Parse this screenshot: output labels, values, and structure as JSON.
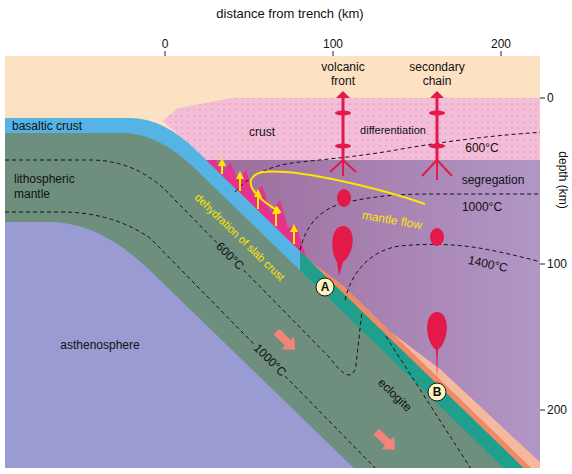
{
  "diagram": {
    "nodes": [
      {
        "text": [
          "A"
        ]
      },
      {
        "text": [
          "B"
        ]
      }
    ],
    "labels": [
      "distance from trench (km)",
      "0",
      "100",
      "200",
      "volcanic front",
      "secondary chain",
      "0",
      "100",
      "200",
      "depth (km)",
      "basaltic crust",
      "crust",
      "differentiation",
      "lithospheric mantle",
      "600°C",
      "segregation",
      "1000°C",
      "dehydration of slab crust",
      "mantle flow",
      "1400°C",
      "asthenosphere",
      "600°C",
      "1000°C",
      "eclogite"
    ]
  }
}
